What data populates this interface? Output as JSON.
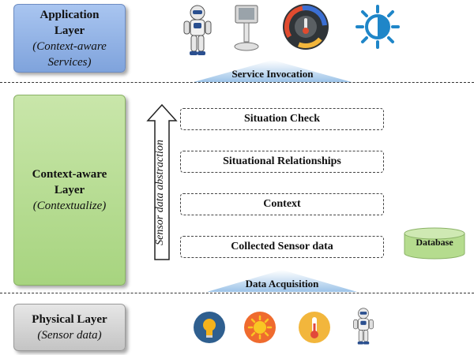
{
  "layers": {
    "application": {
      "title": "Application Layer",
      "subtitle": "(Context-aware Services)"
    },
    "context": {
      "title": "Context-aware Layer",
      "subtitle": "(Contextualize)"
    },
    "physical": {
      "title": "Physical Layer",
      "subtitle": "(Sensor data)"
    }
  },
  "flows": {
    "service_invocation": "Service Invocation",
    "data_acquisition": "Data Acquisition",
    "abstraction": "Sensor data abstraction"
  },
  "steps": [
    "Situation Check",
    "Situational Relationships",
    "Context",
    "Collected Sensor data"
  ],
  "database": "Database",
  "icons": {
    "application": [
      "robot-icon",
      "touch-kiosk-icon",
      "thermostat-dial-icon",
      "brightness-sun-icon"
    ],
    "physical": [
      "light-bulb-icon",
      "sun-icon",
      "thermometer-icon",
      "robot-icon"
    ]
  },
  "colors": {
    "application_layer": "#8fb0e6",
    "context_layer": "#b5dc8e",
    "physical_layer": "#d5d5d5",
    "flow_arrow": "#a9c9ea",
    "database": "#b5dc8e"
  }
}
